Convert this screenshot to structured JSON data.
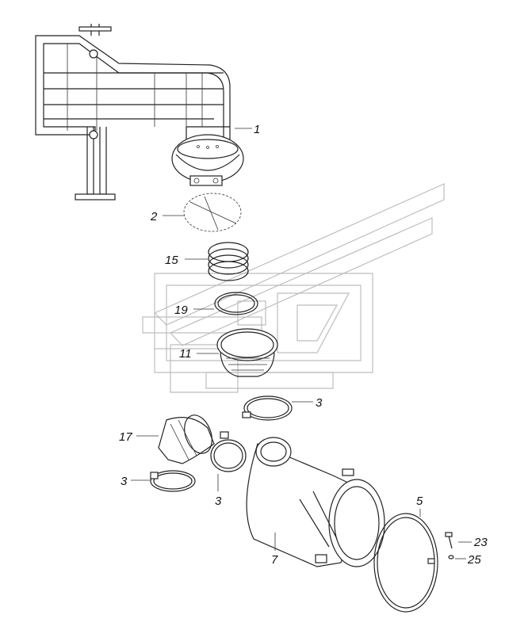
{
  "callouts": [
    {
      "id": "1"
    },
    {
      "id": "2"
    },
    {
      "id": "15"
    },
    {
      "id": "19"
    },
    {
      "id": "11"
    },
    {
      "id": "3"
    },
    {
      "id": "17"
    },
    {
      "id": "3"
    },
    {
      "id": "3"
    },
    {
      "id": "5"
    },
    {
      "id": "7"
    },
    {
      "id": "23"
    },
    {
      "id": "25"
    }
  ]
}
